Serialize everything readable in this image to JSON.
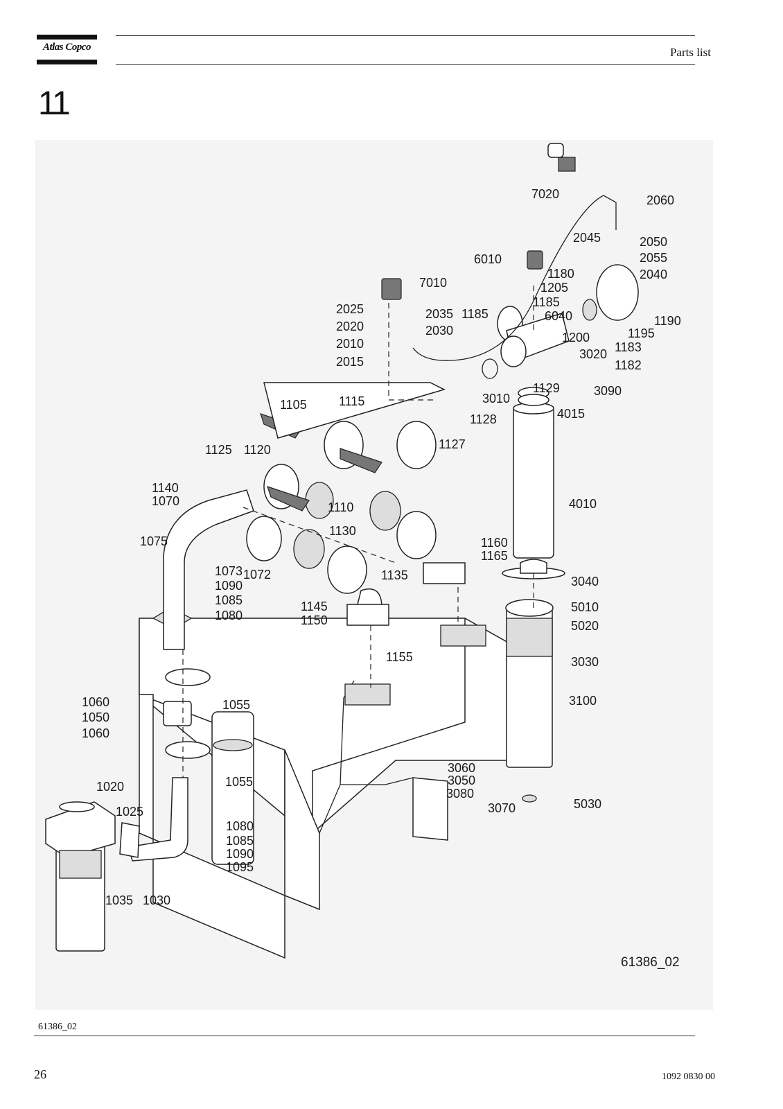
{
  "header": {
    "brand": "Atlas Copco",
    "title": "Parts list"
  },
  "section_number": "11",
  "figure": {
    "id_label": "61386_02",
    "callouts": [
      "7020",
      "2060",
      "2045",
      "2050",
      "2055",
      "2040",
      "6010",
      "1180",
      "1205",
      "1185",
      "1190",
      "1195",
      "1183",
      "1182",
      "6040",
      "1200",
      "3020",
      "3090",
      "7010",
      "2025",
      "2035",
      "1185",
      "2020",
      "2030",
      "2010",
      "2015",
      "1129",
      "3010",
      "4015",
      "1105",
      "1115",
      "1128",
      "1127",
      "1125",
      "1120",
      "1140",
      "1070",
      "1110",
      "4010",
      "1130",
      "1075",
      "1160",
      "1165",
      "1073",
      "1072",
      "1135",
      "1090",
      "1085",
      "1080",
      "1145",
      "1150",
      "3040",
      "5010",
      "5020",
      "3030",
      "1155",
      "1060",
      "1055",
      "1050",
      "1060",
      "3100",
      "1055",
      "3060",
      "3050",
      "3080",
      "3070",
      "5030",
      "1020",
      "1025",
      "1080",
      "1085",
      "1090",
      "1095",
      "1035",
      "1030"
    ]
  },
  "caption": "61386_02",
  "footer": {
    "page_number": "26",
    "doc_number": "1092 0830 00"
  }
}
